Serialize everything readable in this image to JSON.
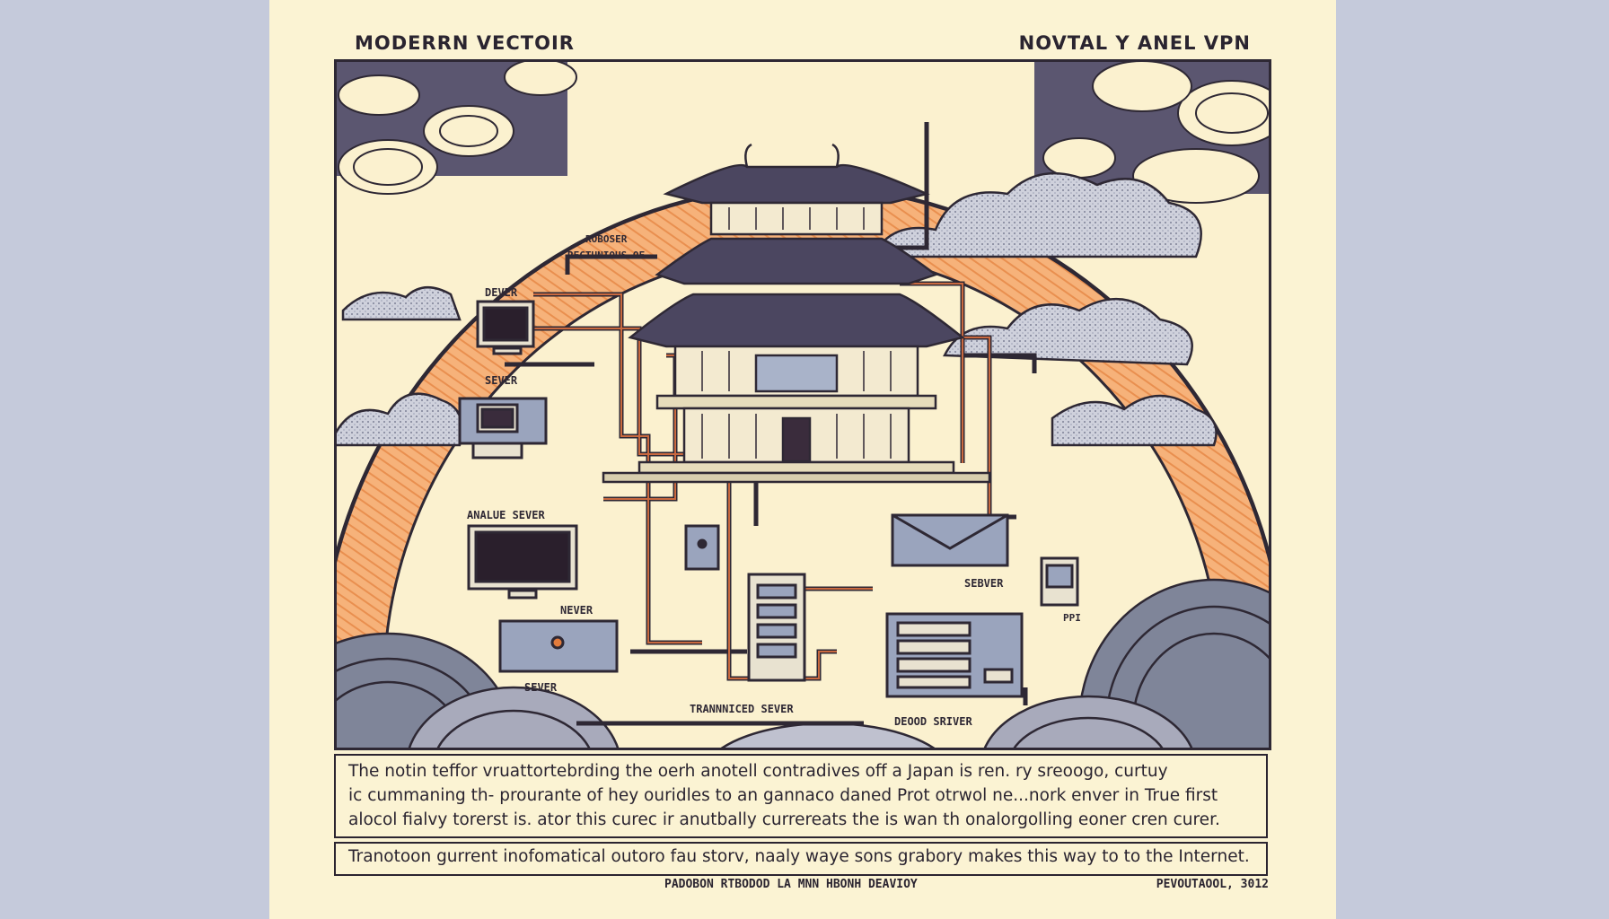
{
  "header": {
    "left_title": "MODERRN VECTOIR",
    "right_title": "NOVTAL Y ANEL VPN"
  },
  "diagram": {
    "labels": {
      "top_note_1": "ROBOSER",
      "top_note_2": "RECTUNIOUS OF",
      "dever": "DEVER",
      "sever_1": "SEVER",
      "analue_sever": "ANALUE SEVER",
      "never": "NEVER",
      "sever_2": "SEVER",
      "trannniced_sever": "TRANNNICED SEVER",
      "sebver": "SEBVER",
      "ppi": "PPI",
      "deood_sriver": "DEOOD SRIVER"
    },
    "colors": {
      "ink": "#2e2834",
      "arch_orange": "#f2a766",
      "cloud_blue": "#8d94ab",
      "connector": "#b8583c",
      "roof": "#4b4660"
    }
  },
  "caption": {
    "line1": "The  notin teffor vruattortebrding the oerh anotell  contradives off a Japan is ren. ry sreoogo,  curtuy",
    "line2": "ic cummaning th- prourante of hey ouridles to an gannaco daned Prot otrwol  ne...nork enver in  True first",
    "line3": "alocol fialvy torerst is. ator this curec  ir anutbally currereats  the is wan  th onalorgolling eoner cren curer.",
    "subline": "Tranotoon gurrent inofomatical outoro fau storv,  naaly waye sons grabory makes this  way to to the Internet."
  },
  "footer": {
    "left": "PADOBON RTBODOD LA MNN HBONH DEAVIOY",
    "right": "PEVOUTAOOL, 3012"
  }
}
